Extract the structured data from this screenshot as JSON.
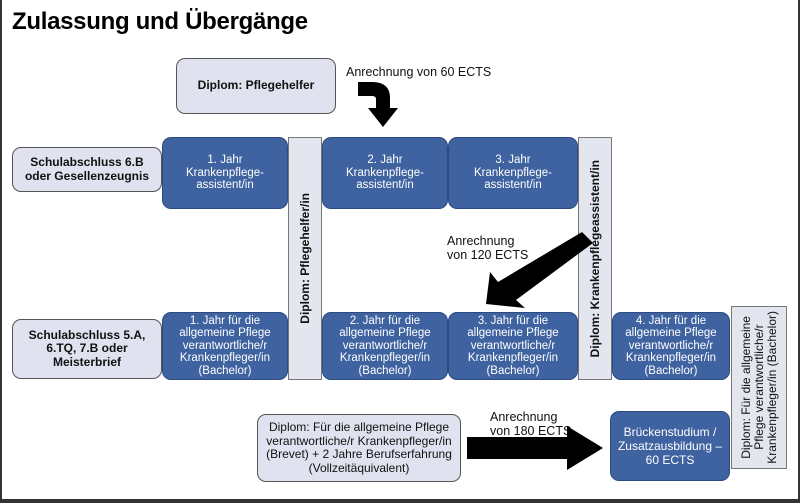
{
  "title": "Zulassung und Übergänge",
  "colors": {
    "program_box": "#3f62a0",
    "qualification_box": "#e0e3ef",
    "arrow": "#000000"
  },
  "entry_boxes": {
    "diplom_pflegehelfer": "Diplom: Pflegehelfer",
    "schulabschluss_top": "Schulabschluss 6.B\noder Gesellenzeugnis",
    "schulabschluss_bottom": "Schulabschluss 5.A,\n6.TQ, 7.B oder\nMeisterbrief",
    "diplom_brevet": "Diplom: Für die allgemeine Pflege\nverantwortliche/r Krankenpfleger/in\n(Brevet) + 2 Jahre Berufserfahrung\n(Vollzeitäquivalent)"
  },
  "assistant_track": [
    "1. Jahr\nKrankenpflege-\nassistent/in",
    "2. Jahr\nKrankenpflege-\nassistent/in",
    "3. Jahr\nKrankenpflege-\nassistent/in"
  ],
  "bachelor_track": [
    "1. Jahr für die\nallgemeine Pflege\nverantwortliche/r\nKrankenpfleger/in\n(Bachelor)",
    "2. Jahr für die\nallgemeine Pflege\nverantwortliche/r\nKrankenpfleger/in\n(Bachelor)",
    "3. Jahr für die\nallgemeine Pflege\nverantwortliche/r\nKrankenpfleger/in\n(Bachelor)",
    "4. Jahr für die\nallgemeine Pflege\nverantwortliche/r\nKrankenpfleger/in\n(Bachelor)"
  ],
  "bridge_box": "Brückenstudium /\nZusatzausbildung –\n60 ECTS",
  "diplomas": {
    "pflegehelfer": "Diplom: Pflegehelfer/in",
    "krankenpflegeassistent": "Diplom: Krankenpflegeassistent/in",
    "bachelor": "Diplom: Für die allgemeine\nPflege verantwortliche/r\nKrankenpfleger/in (Bachelor)"
  },
  "credit_labels": {
    "ects_60": "Anrechnung von 60 ECTS",
    "ects_120": "Anrechnung\nvon 120 ECTS",
    "ects_180": "Anrechnung\nvon 180 ECTS"
  }
}
